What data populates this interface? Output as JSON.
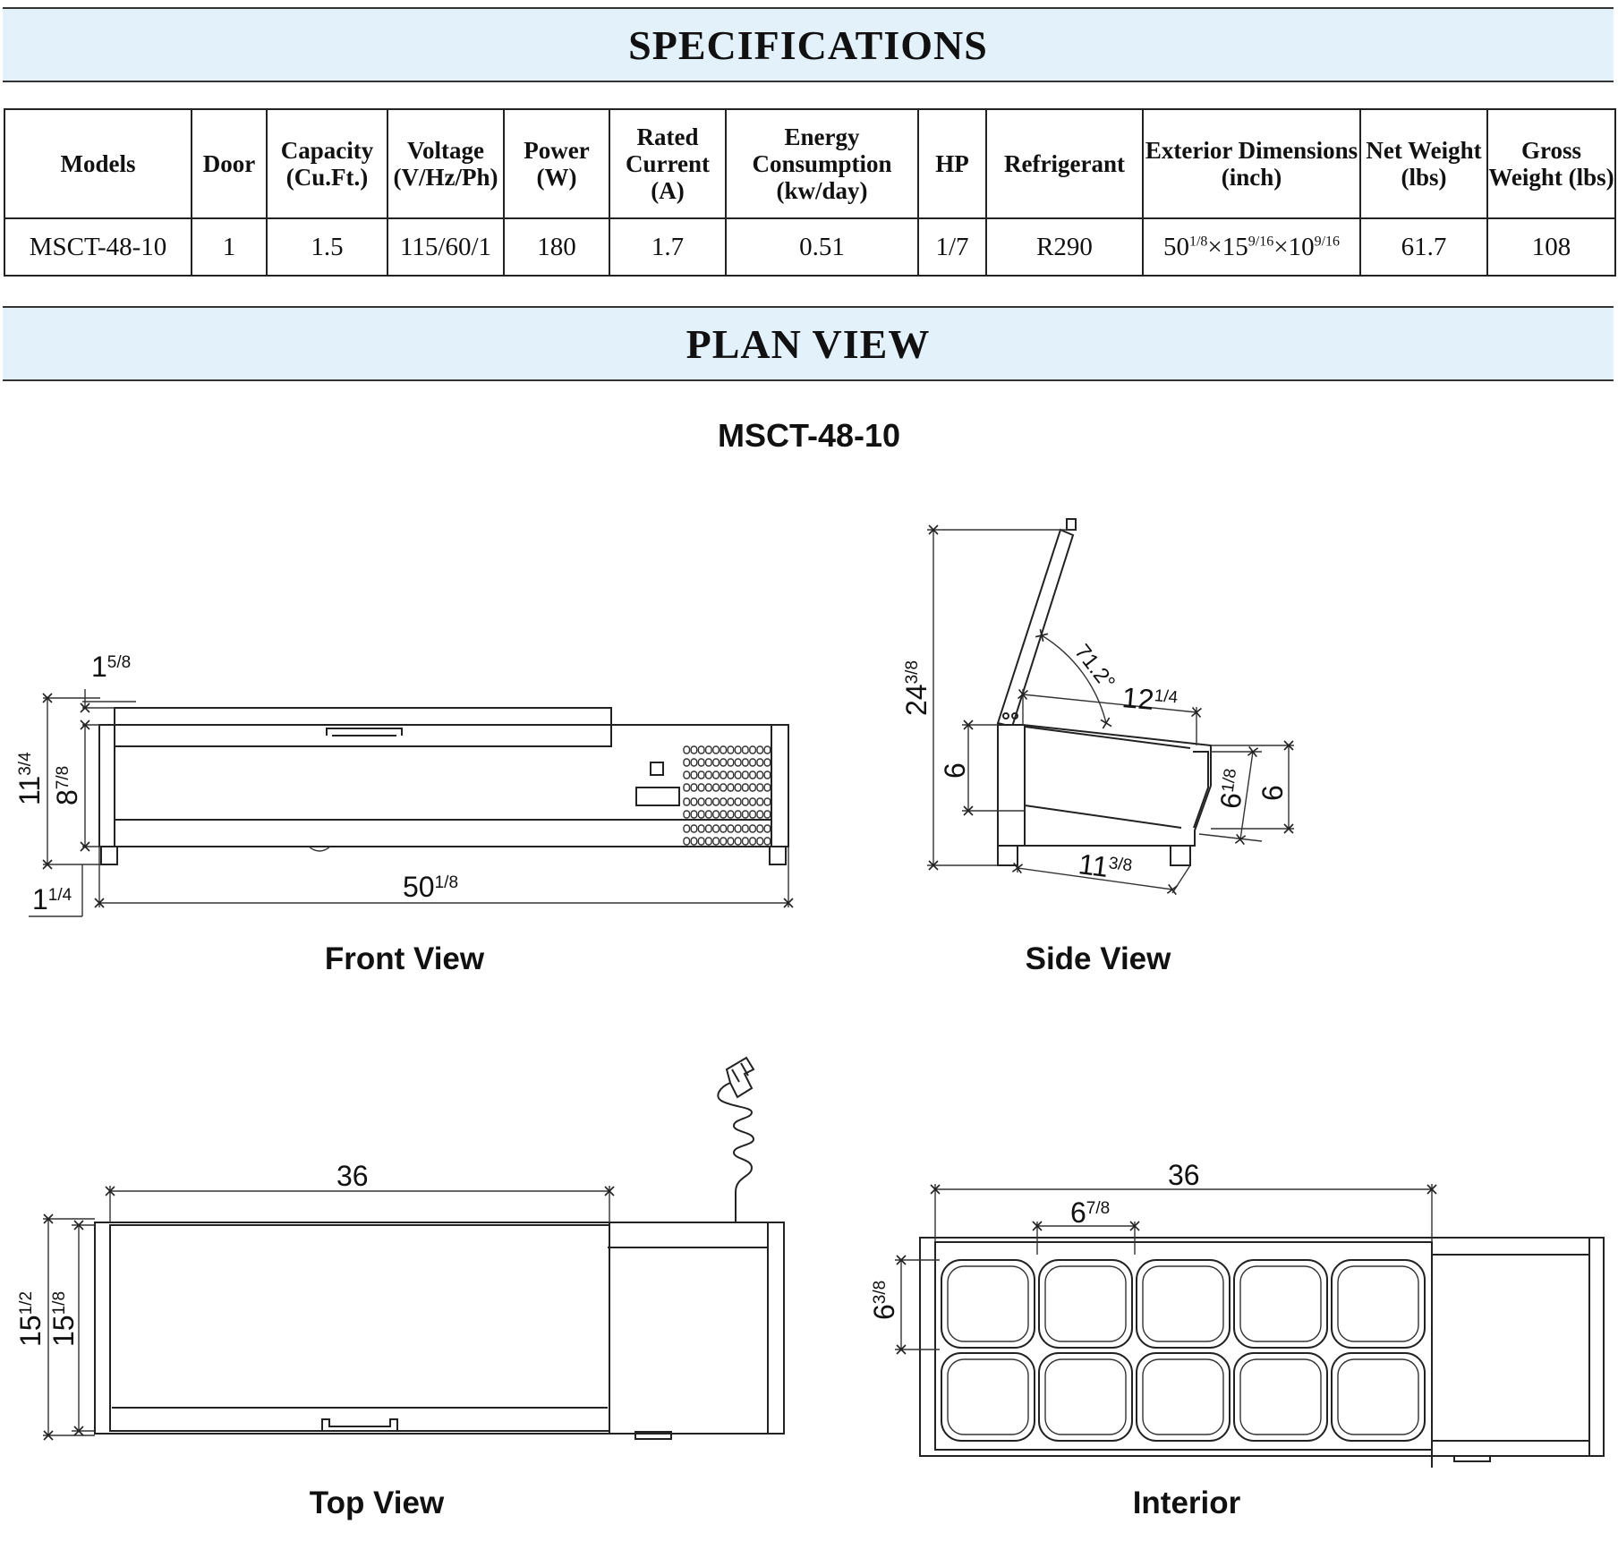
{
  "specifications": {
    "heading": "SPECIFICATIONS",
    "headers": [
      "Models",
      "Door",
      "Capacity (Cu.Ft.)",
      "Voltage (V/Hz/Ph)",
      "Power (W)",
      "Rated Current (A)",
      "Energy Consumption (kw/day)",
      "HP",
      "Refrigerant",
      "Exterior Dimensions (inch)",
      "Net Weight (lbs)",
      "Gross Weight (lbs)"
    ],
    "row": {
      "model": "MSCT-48-10",
      "door": "1",
      "capacity": "1.5",
      "voltage": "115/60/1",
      "power": "180",
      "current": "1.7",
      "energy": "0.51",
      "hp": "1/7",
      "refrigerant": "R290",
      "dim_w": "50",
      "dim_w_frac": "1/8",
      "dim_d": "15",
      "dim_d_frac": "9/16",
      "dim_h": "10",
      "dim_h_frac": "9/16",
      "net_weight": "61.7",
      "gross_weight": "108"
    }
  },
  "plan_view": {
    "heading": "PLAN VIEW",
    "model": "MSCT-48-10",
    "views": {
      "front": "Front View",
      "side": "Side View",
      "top": "Top View",
      "interior": "Interior"
    },
    "dimensions": {
      "front_lid": [
        "1",
        "5/8"
      ],
      "front_total_height": [
        "11",
        "3/4"
      ],
      "front_body_height": [
        "8",
        "7/8"
      ],
      "front_feet": [
        "1",
        "1/4"
      ],
      "front_width": [
        "50",
        "1/8"
      ],
      "side_total_height": [
        "24",
        "3/8"
      ],
      "side_angle": "71.2°",
      "side_top_depth": [
        "12",
        "1/4"
      ],
      "side_left_height": "6",
      "side_front_height": [
        "6",
        "1/8"
      ],
      "side_right_height": "6",
      "side_bottom_depth": [
        "11",
        "3/8"
      ],
      "top_opening": "36",
      "top_outer_depth": [
        "15",
        "1/2"
      ],
      "top_inner_depth": [
        "15",
        "1/8"
      ],
      "interior_width": "36",
      "interior_pan_width": [
        "6",
        "7/8"
      ],
      "interior_pan_depth": [
        "6",
        "3/8"
      ]
    }
  }
}
